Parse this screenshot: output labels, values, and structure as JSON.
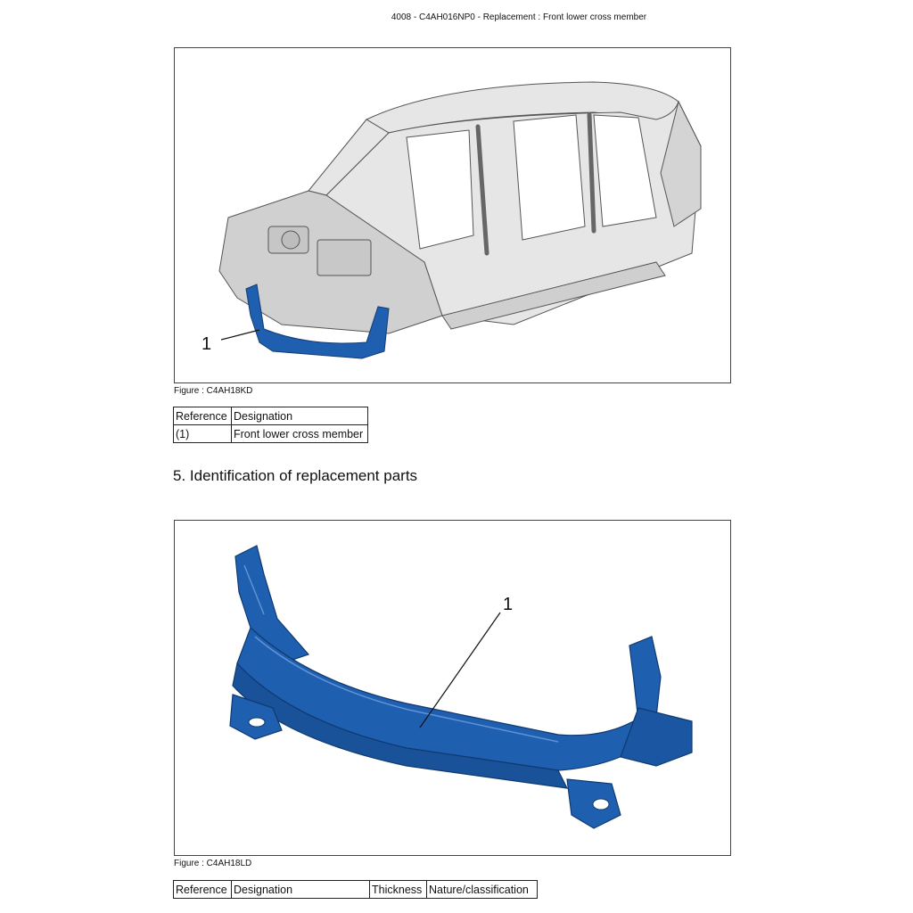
{
  "header": {
    "text": "4008 - C4AH016NP0 - Replacement : Front lower cross member"
  },
  "figure1": {
    "caption": "Figure : C4AH18KD",
    "callout": "1",
    "illustration": "car-body-shell-with-highlighted-front-lower-cross-member"
  },
  "table1": {
    "headers": [
      "Reference",
      "Designation"
    ],
    "rows": [
      [
        "(1)",
        "Front lower cross member"
      ]
    ]
  },
  "section": {
    "heading": "5. Identification of replacement parts"
  },
  "figure2": {
    "caption": "Figure : C4AH18LD",
    "callout": "1",
    "illustration": "front-lower-cross-member-part"
  },
  "table2": {
    "headers": [
      "Reference",
      "Designation",
      "Thickness",
      "Nature/classification"
    ]
  },
  "colors": {
    "part_blue": "#1f5fb0",
    "body_grey": "#d9d9d9",
    "outline": "#555555"
  }
}
